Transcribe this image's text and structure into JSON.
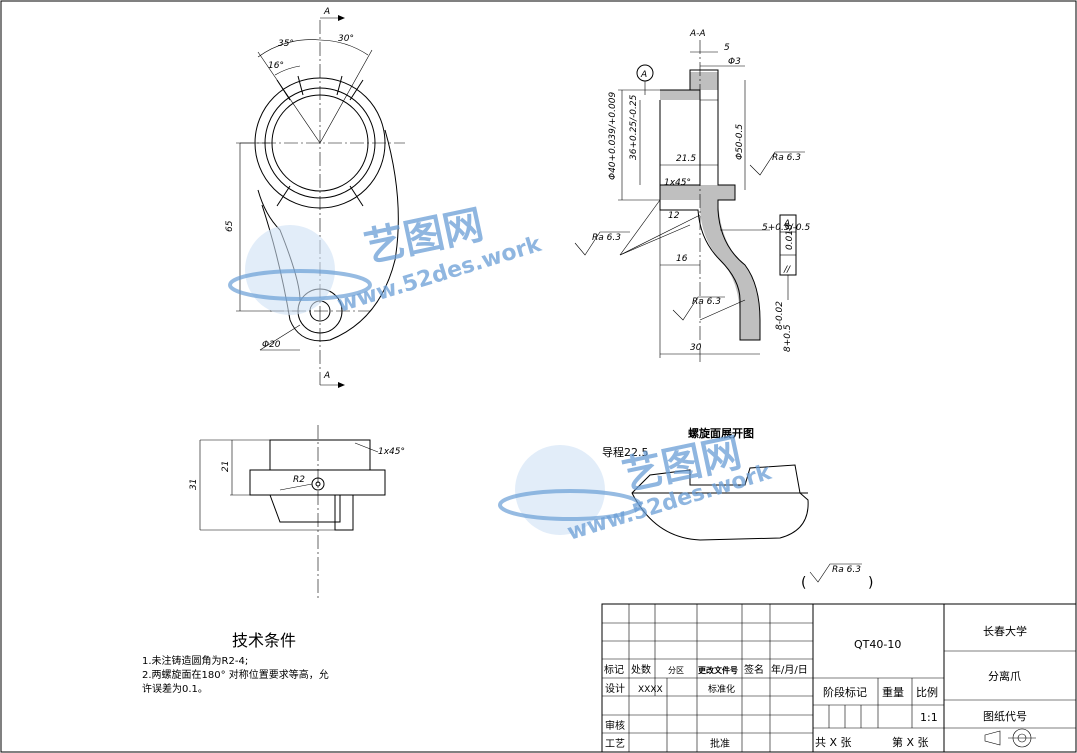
{
  "dimensions": {
    "angle_35": "35°",
    "angle_30": "30°",
    "angle_16": "16°",
    "section_top": "A",
    "section_bottom": "A",
    "d65": "65",
    "d20": "Φ20",
    "section_title": "A-A",
    "d5": "5",
    "dphi3": "Φ3",
    "datum_a": "A",
    "dphi40": "Φ40+0.039/+0.009",
    "d36": "36+0.25/-0.25",
    "d215": "21.5",
    "dphi50": "Φ50-0.5",
    "ra_right": "Ra 6.3",
    "chamfer": "1x45°",
    "d12": "12",
    "ra_left": "Ra 6.3",
    "d5tol": "5+0.5/-0.5",
    "d16": "16",
    "tol_par": "//",
    "tol_val": "0.018",
    "tol_ref": "A",
    "ra_mid": "Ra 6.3",
    "d8_1": "8-0.02",
    "d8_2": "8+0.5",
    "d30": "30",
    "chamfer2": "1x45°",
    "d21": "21",
    "d31": "31",
    "r2": "R2",
    "spiral_title": "螺旋面展开图",
    "lead": "导程22.5",
    "ra_general": "Ra 6.3",
    "paren_open": "(",
    "paren_close": ")"
  },
  "watermarks": [
    {
      "cn": "艺图网",
      "url": "www.52des.work"
    },
    {
      "cn": "艺图网",
      "url": "www.52des.work"
    }
  ],
  "notes": {
    "title": "技术条件",
    "line1": "1.未注铸造圆角为R2-4;",
    "line2": "2.两螺旋面在180° 对称位置要求等高，允",
    "line3": "许误差为0.1。"
  },
  "title_block": {
    "material": "QT40-10",
    "school": "长春大学",
    "part_name": "分离爪",
    "drawing_no": "图纸代号",
    "stage": "阶段标记",
    "weight": "重量",
    "scale": "比例",
    "scale_val": "1:1",
    "total": "共 X 张",
    "sheet": "第 X 张",
    "mark": "标记",
    "count": "处数",
    "zone": "分区",
    "change": "更改文件号",
    "sign": "签名",
    "date": "年/月/日",
    "design": "设计",
    "designer": "XXXX",
    "std": "标准化",
    "review": "审核",
    "process": "工艺",
    "approve": "批准"
  }
}
